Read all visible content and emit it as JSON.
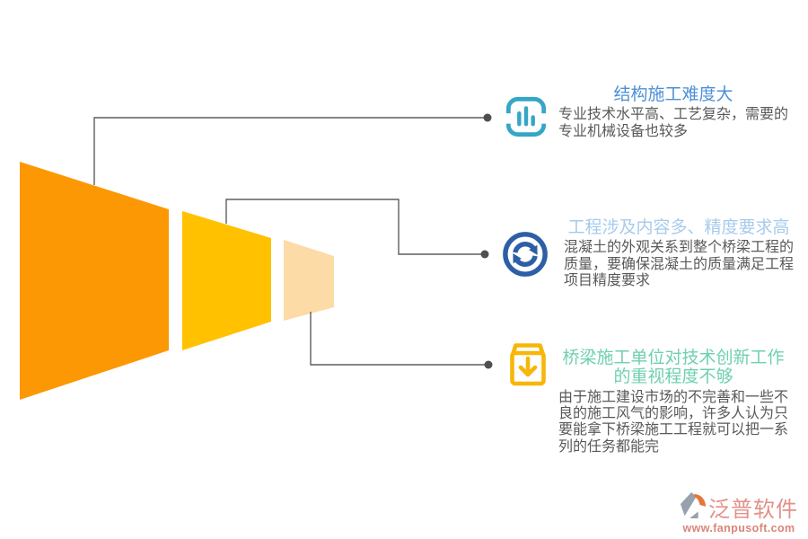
{
  "funnel": {
    "segments": [
      {
        "name": "funnel-segment-large",
        "color": "#FC9803"
      },
      {
        "name": "funnel-segment-medium",
        "color": "#FFC100"
      },
      {
        "name": "funnel-segment-small",
        "color": "#FDDBA6"
      }
    ],
    "connector_color": "#5f5f5f",
    "dot_color": "#4f4f4f"
  },
  "callouts": [
    {
      "icon": "bar-chart-icon",
      "icon_color": "#35A6C6",
      "title": "结构施工难度大",
      "title_color": "#4D8FD6",
      "body": "专业技术水平高、工艺复杂，需要的专业机械设备也较多"
    },
    {
      "icon": "sync-icon",
      "icon_color": "#2C5FA5",
      "title": "工程涉及内容多、精度要求高",
      "title_color": "#A6CBEC",
      "body": "混凝土的外观关系到整个桥梁工程的质量，要确保混凝土的质量满足工程项目精度要求"
    },
    {
      "icon": "box-download-icon",
      "icon_color": "#F7B608",
      "title": "桥梁施工单位对技术创新工作的重视程度不够",
      "title_color": "#6ED0B0",
      "body": "由于施工建设市场的不完善和一些不良的施工风气的影响，许多人认为只要能拿下桥梁施工工程就可以把一系列的任务都能完"
    }
  ],
  "footer": {
    "logo_text": "泛普软件",
    "logo_text_color": "#E2908A",
    "logo_url": "www.fanpusoft.com",
    "logo_url_color": "#DB8579",
    "logo_mark_gray": "#98A0AD",
    "logo_mark_orange": "#E5763A"
  }
}
